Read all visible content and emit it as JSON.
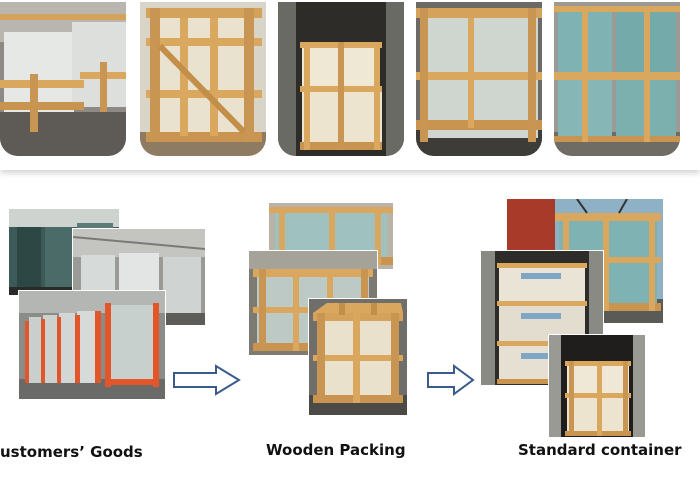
{
  "captions": {
    "customers_goods": "ustomers’ Goods",
    "wooden_packing": "Wooden Packing",
    "standard_container": "Standard container"
  },
  "colors": {
    "wood": "#d9a85e",
    "wood_dark": "#a9742f",
    "glass": "#c9d6d3",
    "glass_teal": "#7fb2b3",
    "container_dark": "#2e2c29",
    "rack_orange": "#e2562a",
    "arrow_blue": "#3a5a8c"
  }
}
